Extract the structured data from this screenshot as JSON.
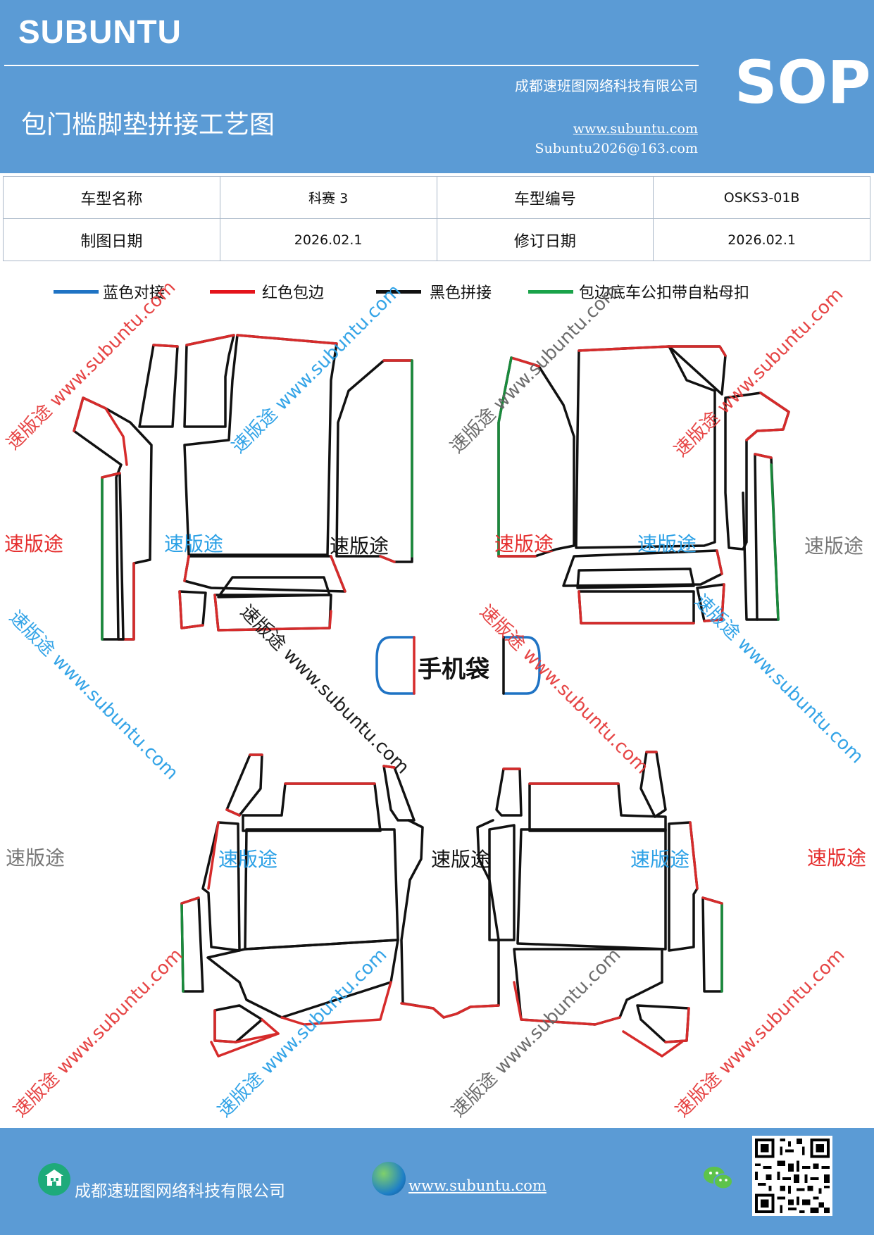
{
  "header": {
    "brand": "SUBUNTU",
    "code": "SOP",
    "company": "成都速班图网络科技有限公司",
    "website": "www.subuntu.com",
    "email": "Subuntu2026@163.com",
    "title": "包门槛脚垫拼接工艺图"
  },
  "info_table": {
    "model_name_label": "车型名称",
    "model_name": "科赛 3",
    "model_code_label": "车型编号",
    "model_code": "OSKS3-01B",
    "draw_date_label": "制图日期",
    "draw_date": "2026.02.1",
    "revise_date_label": "修订日期",
    "revise_date": "2026.02.1"
  },
  "legend": [
    {
      "label": "蓝色对接",
      "color": "#1f73c4"
    },
    {
      "label": "红色包边",
      "color": "#e4141b"
    },
    {
      "label": "黑色拼接",
      "color": "#111111"
    },
    {
      "label": "包边底车公扣带自粘母扣",
      "color": "#1aa34a"
    }
  ],
  "diagram": {
    "center_label": "手机袋",
    "watermark_text": "速版途",
    "watermark_url": "www.subuntu.com",
    "watermark_combined": "速版途 www.subuntu.com"
  },
  "colors": {
    "header_bg": "#5b9bd5",
    "red": "#d62b2b",
    "green": "#1a8a3c",
    "blue": "#1f73c4",
    "black": "#111111"
  },
  "footer": {
    "company": "成都速班图网络科技有限公司",
    "website": "www.subuntu.com",
    "icons": [
      "building-icon",
      "globe-icon",
      "wechat-icon",
      "qr-code"
    ]
  }
}
